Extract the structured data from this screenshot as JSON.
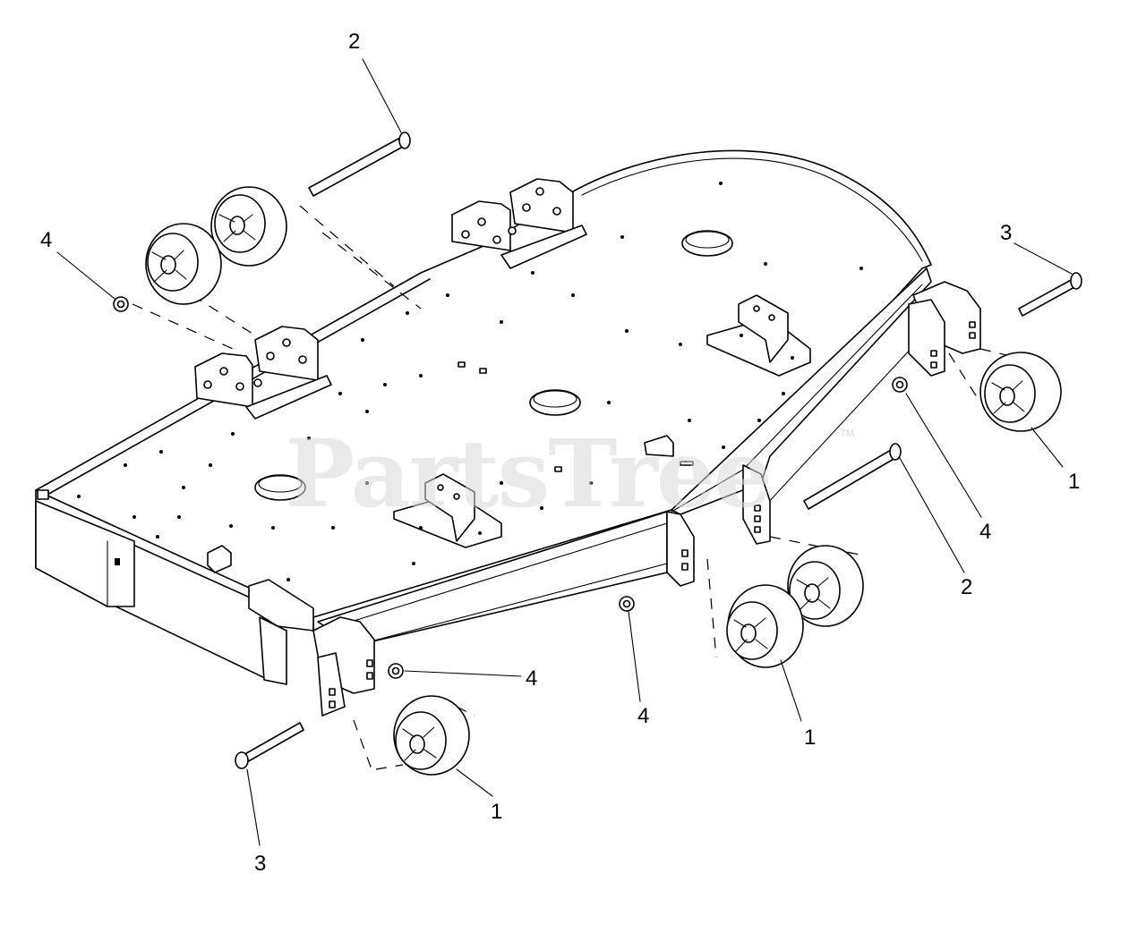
{
  "watermark": {
    "text": "PartsTree",
    "trademark": "TM"
  },
  "callouts": [
    {
      "id": "c-2-top",
      "label": "2"
    },
    {
      "id": "c-4-left",
      "label": "4"
    },
    {
      "id": "c-3-right",
      "label": "3"
    },
    {
      "id": "c-1-right",
      "label": "1"
    },
    {
      "id": "c-4-right",
      "label": "4"
    },
    {
      "id": "c-2-right",
      "label": "2"
    },
    {
      "id": "c-4-front-a",
      "label": "4"
    },
    {
      "id": "c-4-front-b",
      "label": "4"
    },
    {
      "id": "c-1-front-right",
      "label": "1"
    },
    {
      "id": "c-1-front-left",
      "label": "1"
    },
    {
      "id": "c-3-bottom",
      "label": "3"
    }
  ]
}
